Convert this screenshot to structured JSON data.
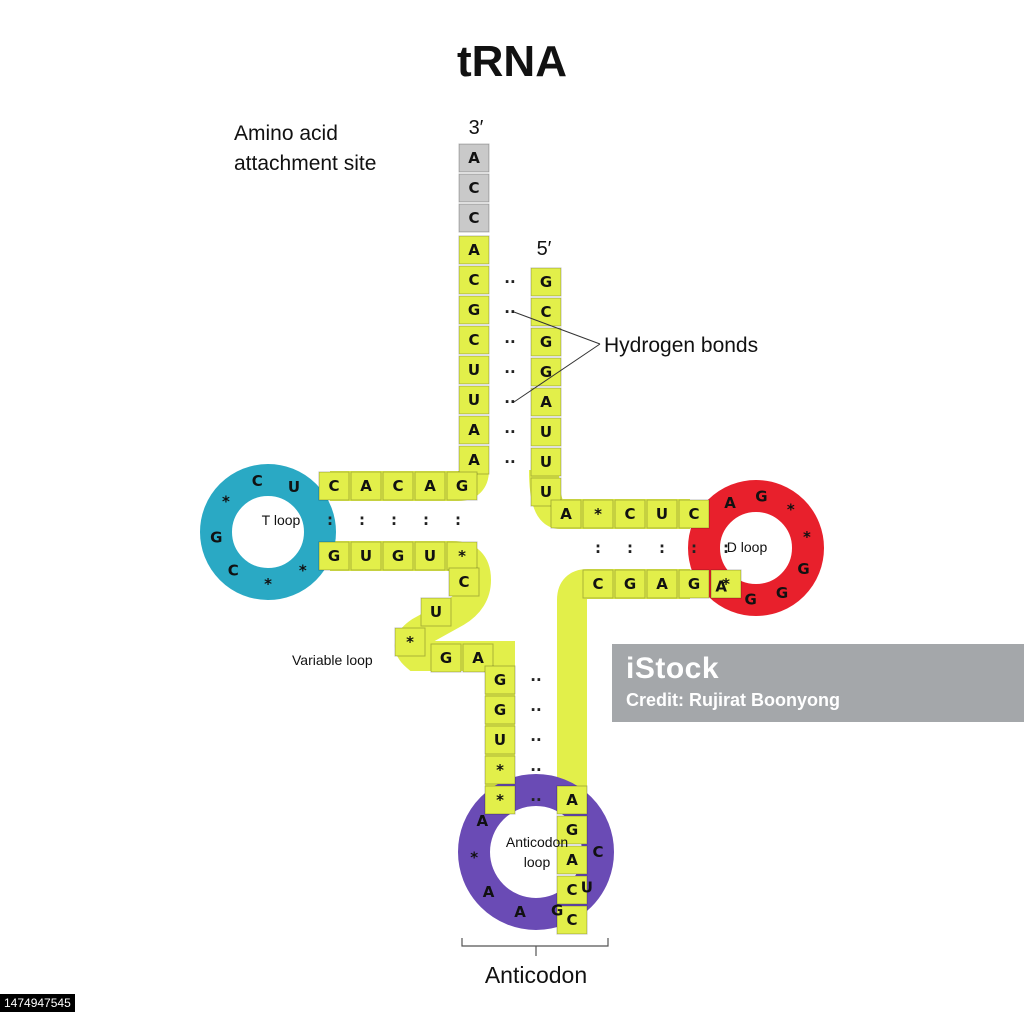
{
  "title": "tRNA",
  "labels": {
    "three_prime": "3′",
    "five_prime": "5′",
    "amino_acid_site": [
      "Amino acid",
      "attachment site"
    ],
    "hydrogen_bonds": "Hydrogen bonds",
    "t_loop": "T loop",
    "d_loop": "D loop",
    "variable_loop": "Variable loop",
    "anticodon_loop": [
      "Anticodon",
      "loop"
    ],
    "anticodon": "Anticodon"
  },
  "colors": {
    "stem": "#e2ef4a",
    "acc": "#c9c9c9",
    "t_loop": "#2aa9c4",
    "d_loop": "#e8202c",
    "anticodon_loop": "#6a4bb5"
  },
  "sequences": {
    "three_prime_end": [
      "A",
      "C",
      "C"
    ],
    "acceptor_stem_3": [
      "A",
      "C",
      "G",
      "C",
      "U",
      "U",
      "A",
      "A"
    ],
    "acceptor_stem_5": [
      "G",
      "C",
      "G",
      "G",
      "A",
      "U",
      "U",
      "U"
    ],
    "t_stem_upper": [
      "C",
      "A",
      "C",
      "A",
      "G"
    ],
    "t_loop": [
      "U",
      "C",
      "*",
      "G",
      "C",
      "*",
      "*"
    ],
    "t_stem_lower": [
      "G",
      "U",
      "G",
      "U",
      "*"
    ],
    "variable_loop": [
      "C",
      "U",
      "*",
      "G",
      "A"
    ],
    "anticodon_stem_left": [
      "G",
      "G",
      "U",
      "*",
      "*"
    ],
    "anticodon_loop": [
      "A",
      "*",
      "A",
      "A",
      "G",
      "U",
      "C"
    ],
    "anticodon_stem_right": [
      "A",
      "G",
      "A",
      "C",
      "C"
    ],
    "d_stem_upper": [
      "A",
      "*",
      "C",
      "U",
      "C"
    ],
    "d_loop": [
      "A",
      "G",
      "*",
      "*",
      "G",
      "G",
      "G",
      "A"
    ],
    "d_stem_lower": [
      "C",
      "G",
      "A",
      "G",
      "*"
    ]
  },
  "watermark": {
    "logo": "iStock",
    "credit": "Credit: Rujirat Boonyong",
    "stock_id": "1474947545"
  }
}
